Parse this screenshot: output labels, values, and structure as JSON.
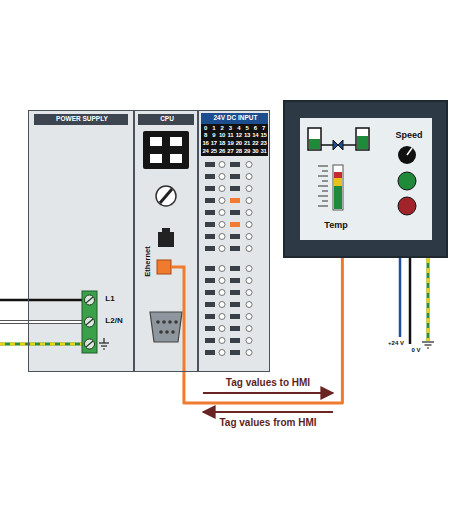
{
  "diagram": {
    "nodes": [
      {
        "text": [
          "POWER SUPPLY"
        ]
      },
      {
        "text": [
          "CPU"
        ]
      },
      {
        "text": [
          "24V DC INPUT"
        ]
      },
      {
        "text": [
          "Speed",
          "Temp"
        ]
      }
    ],
    "edges": [
      {
        "from": 1,
        "to": 3,
        "arrow": "none"
      }
    ],
    "labels": [
      "L1",
      "L2/N",
      "Ethernet",
      "+24 V",
      "0 V",
      "Tag values to HMI",
      "Tag values from HMI",
      "0",
      "1",
      "2",
      "3",
      "4",
      "5",
      "6",
      "7",
      "8",
      "9",
      "10",
      "11",
      "12",
      "13",
      "14",
      "15",
      "16",
      "17",
      "18",
      "19",
      "20",
      "21",
      "22",
      "23",
      "24",
      "25",
      "26",
      "27",
      "28",
      "29",
      "30",
      "31"
    ]
  }
}
